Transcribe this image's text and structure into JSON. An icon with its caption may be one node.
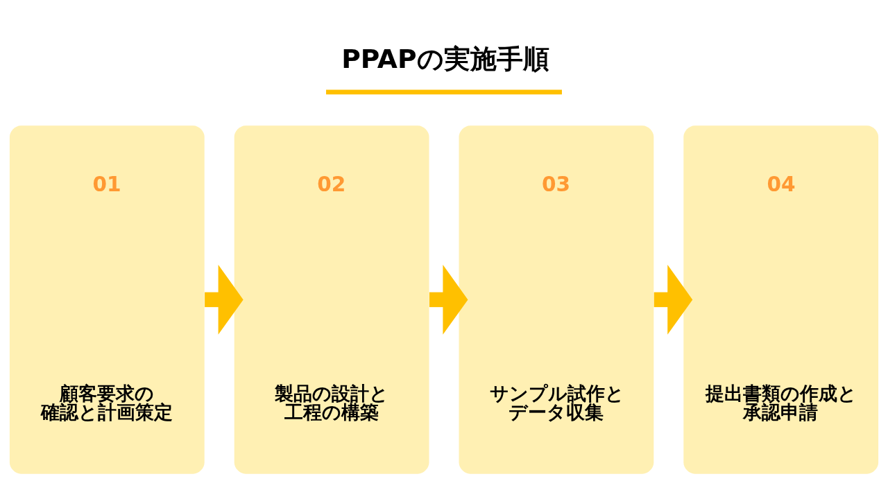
{
  "diagram": {
    "title": "PPAPの実施手順",
    "nodes": [
      {
        "text": [
          "01",
          "顧客要求の確認と計画策定"
        ]
      },
      {
        "text": [
          "02",
          "製品の設計と工程の構築"
        ]
      },
      {
        "text": [
          "03",
          "サンプル試作とデータ収集"
        ]
      },
      {
        "text": [
          "04",
          "提出書類の作成と承認申請"
        ]
      }
    ],
    "edges": [
      {
        "from": 0,
        "to": 1,
        "arrow": "to"
      },
      {
        "from": 1,
        "to": 2,
        "arrow": "to"
      },
      {
        "from": 2,
        "to": 3,
        "arrow": "to"
      }
    ]
  }
}
